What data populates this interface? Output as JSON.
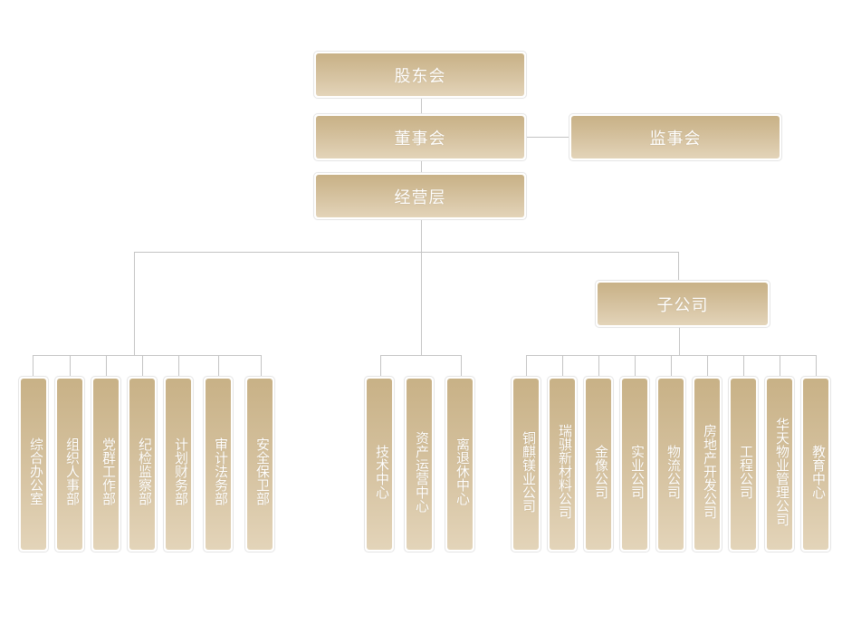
{
  "chart_data": {
    "type": "org-chart",
    "title": "",
    "root": {
      "label": "股东会",
      "children": [
        {
          "label": "董事会",
          "side": {
            "label": "监事会"
          },
          "children": [
            {
              "label": "经营层",
              "children": [
                {
                  "group": "departments",
                  "children": [
                    "综合办公室",
                    "组织人事部",
                    "党群工作部",
                    "纪检监察部",
                    "计划财务部",
                    "审计法务部",
                    "安全保卫部"
                  ]
                },
                {
                  "group": "centers",
                  "children": [
                    "技术中心",
                    "资产运营中心",
                    "离退休中心"
                  ]
                },
                {
                  "label": "子公司",
                  "children": [
                    "铜麒镁业公司",
                    "瑞骐新材料公司",
                    "金像公司",
                    "实业公司",
                    "物流公司",
                    "房地产开发公司",
                    "工程公司",
                    "华天物业管理公司",
                    "教育中心"
                  ]
                }
              ]
            }
          ]
        }
      ]
    }
  },
  "colors": {
    "box_top": "#c8b186",
    "box_bottom": "#e3d4b9",
    "box_text": "#ffffff",
    "connector": "#c4c4c4",
    "box_border": "#e6e6e6"
  },
  "top": {
    "shareholders": "股东会",
    "board": "董事会",
    "supervisors": "监事会",
    "management": "经营层",
    "subsidiaries": "子公司"
  },
  "departments": [
    "综合办公室",
    "组织人事部",
    "党群工作部",
    "纪检监察部",
    "计划财务部",
    "审计法务部",
    "安全保卫部"
  ],
  "centers": [
    "技术中心",
    "资产运营中心",
    "离退休中心"
  ],
  "companies": [
    "铜麒镁业公司",
    "瑞骐新材料公司",
    "金像公司",
    "实业公司",
    "物流公司",
    "房地产开发公司",
    "工程公司",
    "华天物业管理公司",
    "教育中心"
  ]
}
